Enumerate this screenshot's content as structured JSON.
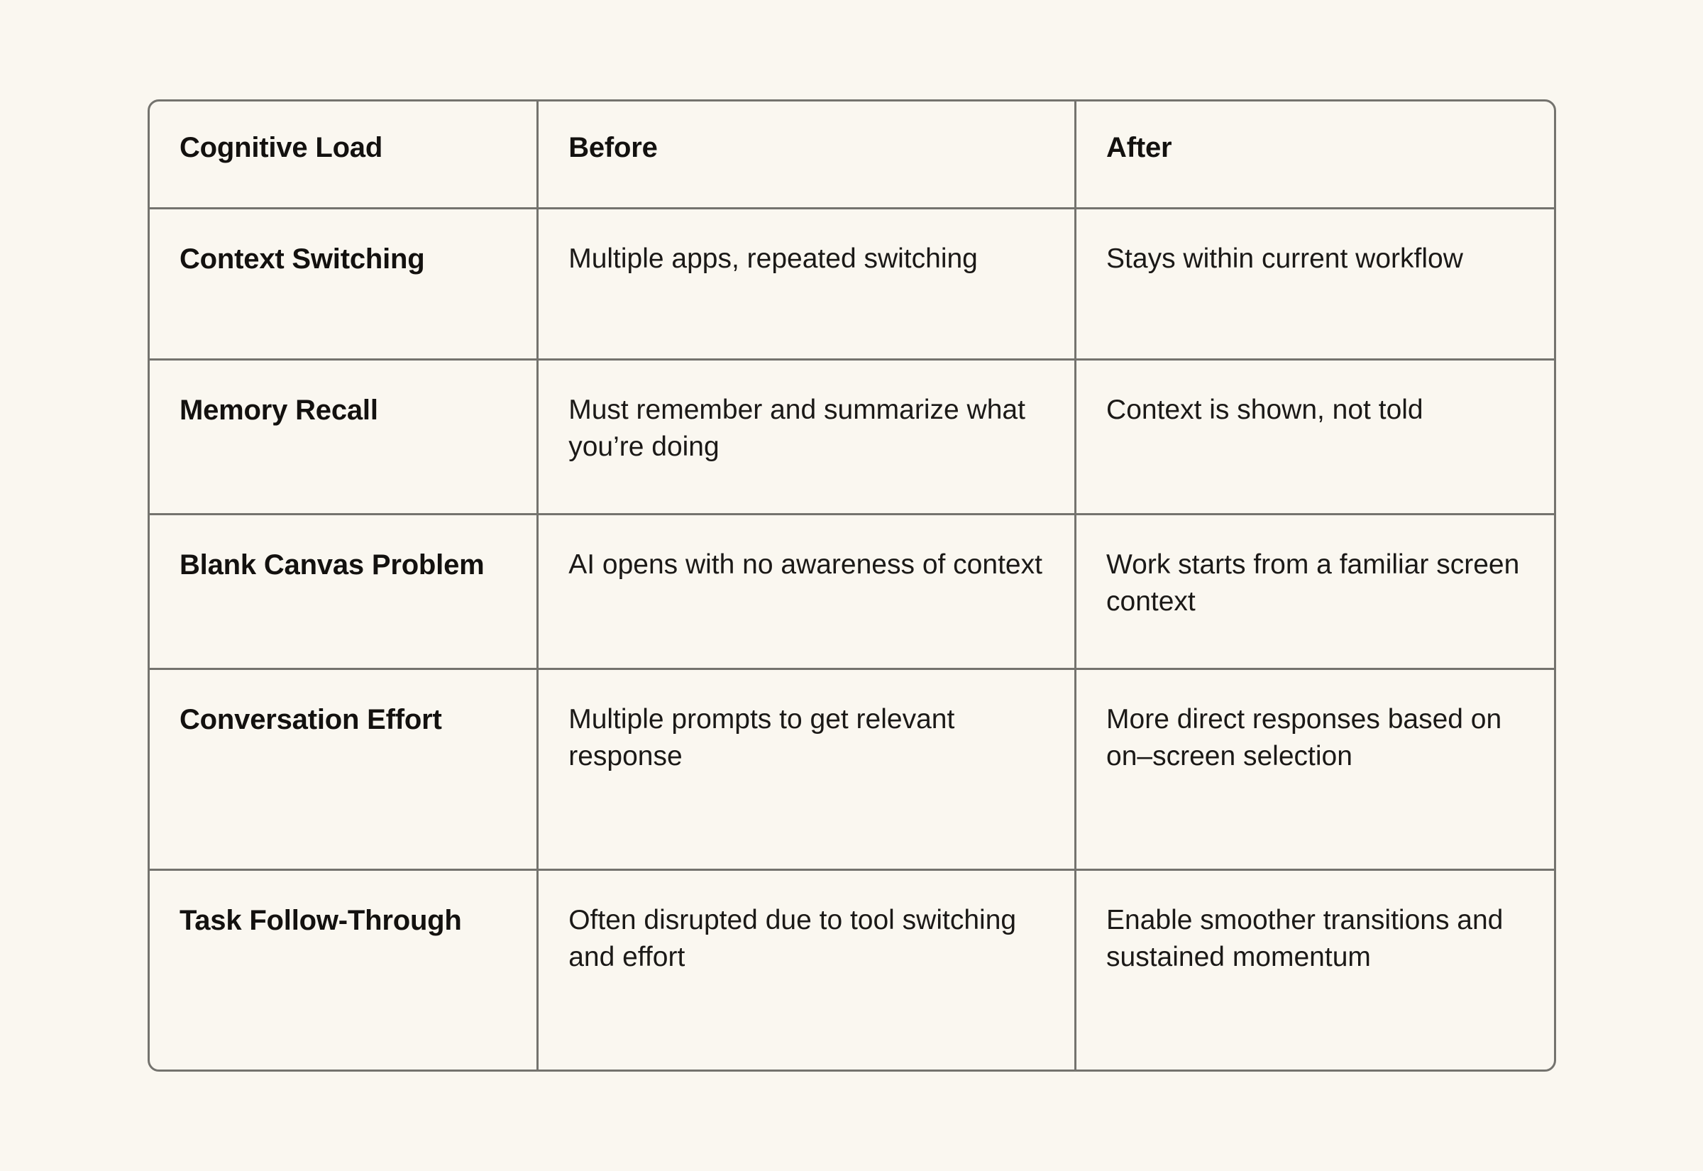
{
  "page": {
    "background_color": "#faf7f0",
    "text_color": "#13110f",
    "border_color": "#74736e"
  },
  "table": {
    "name": "cognitive-load-comparison",
    "headers": {
      "col1": "Cognitive Load",
      "col2": "Before",
      "col3": "After"
    },
    "rows": [
      {
        "label": "Context Switching",
        "before": "Multiple apps, repeated switching",
        "after": "Stays within current workflow"
      },
      {
        "label": "Memory Recall",
        "before": "Must remember and summarize what you’re doing",
        "after": "Context is shown, not told"
      },
      {
        "label": "Blank Canvas Problem",
        "before": "AI opens with no awareness of context",
        "after": "Work starts from a familiar screen context"
      },
      {
        "label": "Conversation Effort",
        "before": "Multiple prompts to get relevant response",
        "after": "More direct responses based on on–screen selection"
      },
      {
        "label": "Task Follow-Through",
        "before": "Often disrupted due to tool switching and effort",
        "after": "Enable smoother transitions and sustained momentum"
      }
    ]
  }
}
